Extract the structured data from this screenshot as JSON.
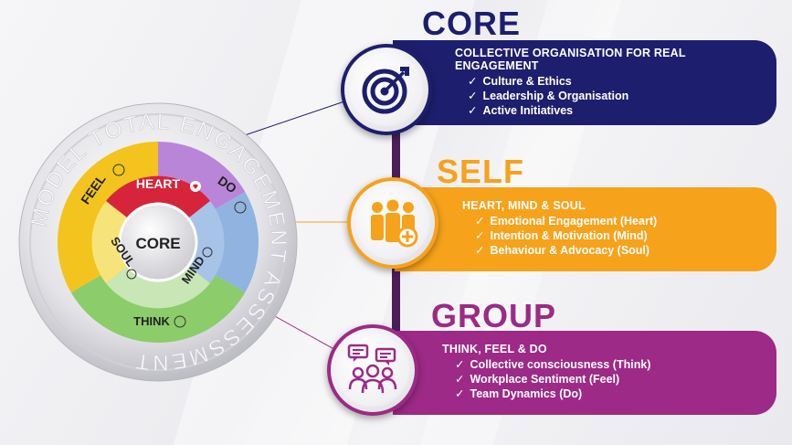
{
  "wheel": {
    "ring_text": "MODEL TOTAL ENGAGEMENT ASSESSMENT",
    "center_label": "CORE",
    "segments": {
      "heart": "HEART",
      "do": "DO",
      "mind": "MIND",
      "think": "THINK",
      "soul": "SOUL",
      "feel": "FEEL"
    }
  },
  "core": {
    "title": "CORE",
    "heading_line1": "COLLECTIVE ORGANISATION FOR REAL",
    "heading_line2": "ENGAGEMENT",
    "items": [
      "Culture & Ethics",
      "Leadership & Organisation",
      "Active Initiatives"
    ],
    "icon": "target-icon"
  },
  "self": {
    "title": "SELF",
    "heading": "HEART, MIND & SOUL",
    "items": [
      "Emotional Engagement (Heart)",
      "Intention & Motivation (Mind)",
      "Behaviour & Advocacy (Soul)"
    ],
    "icon": "people-plus-icon"
  },
  "group": {
    "title": "GROUP",
    "heading": "THINK, FEEL & DO",
    "items": [
      "Collective consciousness (Think)",
      "Workplace Sentiment (Feel)",
      "Team Dynamics (Do)"
    ],
    "icon": "group-chat-icon"
  },
  "colors": {
    "core": "#1e1e6e",
    "self": "#f7a21b",
    "group": "#9c2a86",
    "heart": "#d6243a",
    "feel": "#f2c41d",
    "do": "#b985d8",
    "mind": "#90b3df",
    "think": "#8ccc6a",
    "soul": "#f6e47a"
  }
}
